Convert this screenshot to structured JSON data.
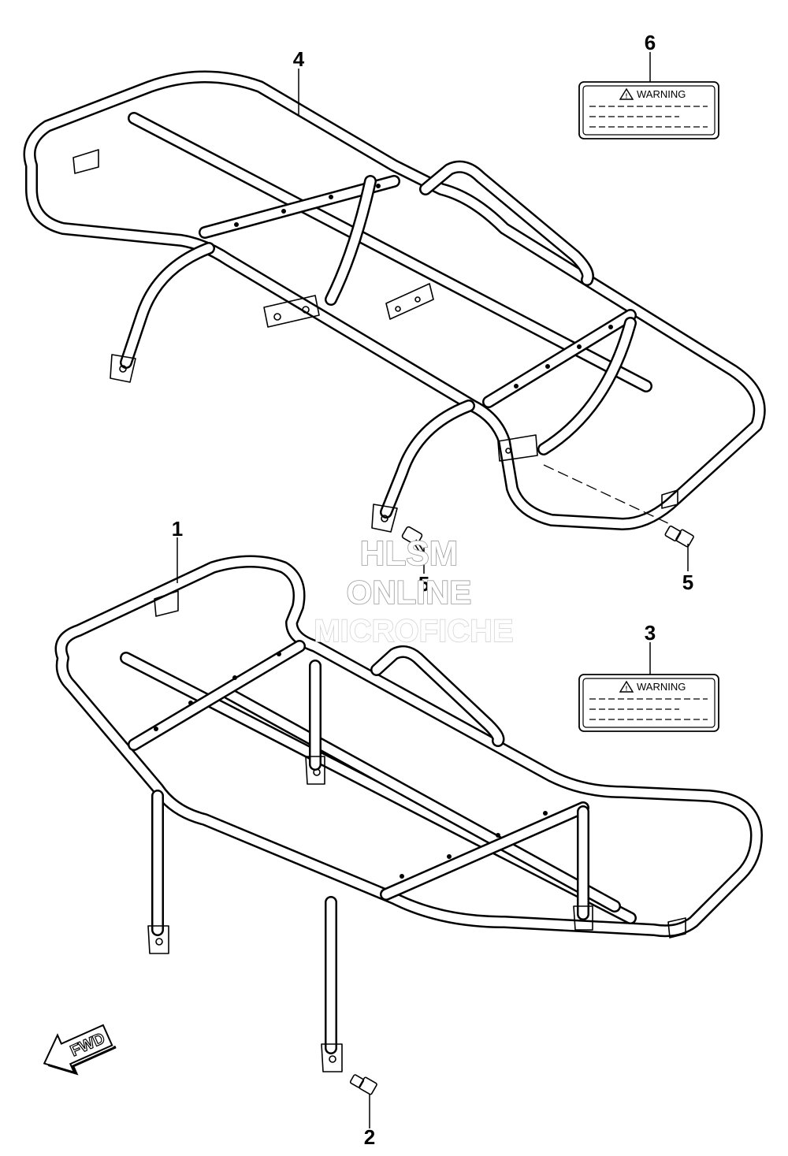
{
  "callouts": {
    "p1": "1",
    "p2": "2",
    "p3": "3",
    "p4": "4",
    "p5a": "5",
    "p5b": "5",
    "p6": "6"
  },
  "labels": {
    "warning_upper": "WARNING",
    "warning_lower": "WARNING"
  },
  "fwd_arrow": {
    "text": "FWD"
  },
  "watermark": {
    "line1": "HLSM",
    "line2": "ONLINE",
    "line3": "MICROFICHE"
  },
  "colors": {
    "line": "#000000",
    "background": "#ffffff",
    "watermark_stroke": "#9a9a9a"
  }
}
